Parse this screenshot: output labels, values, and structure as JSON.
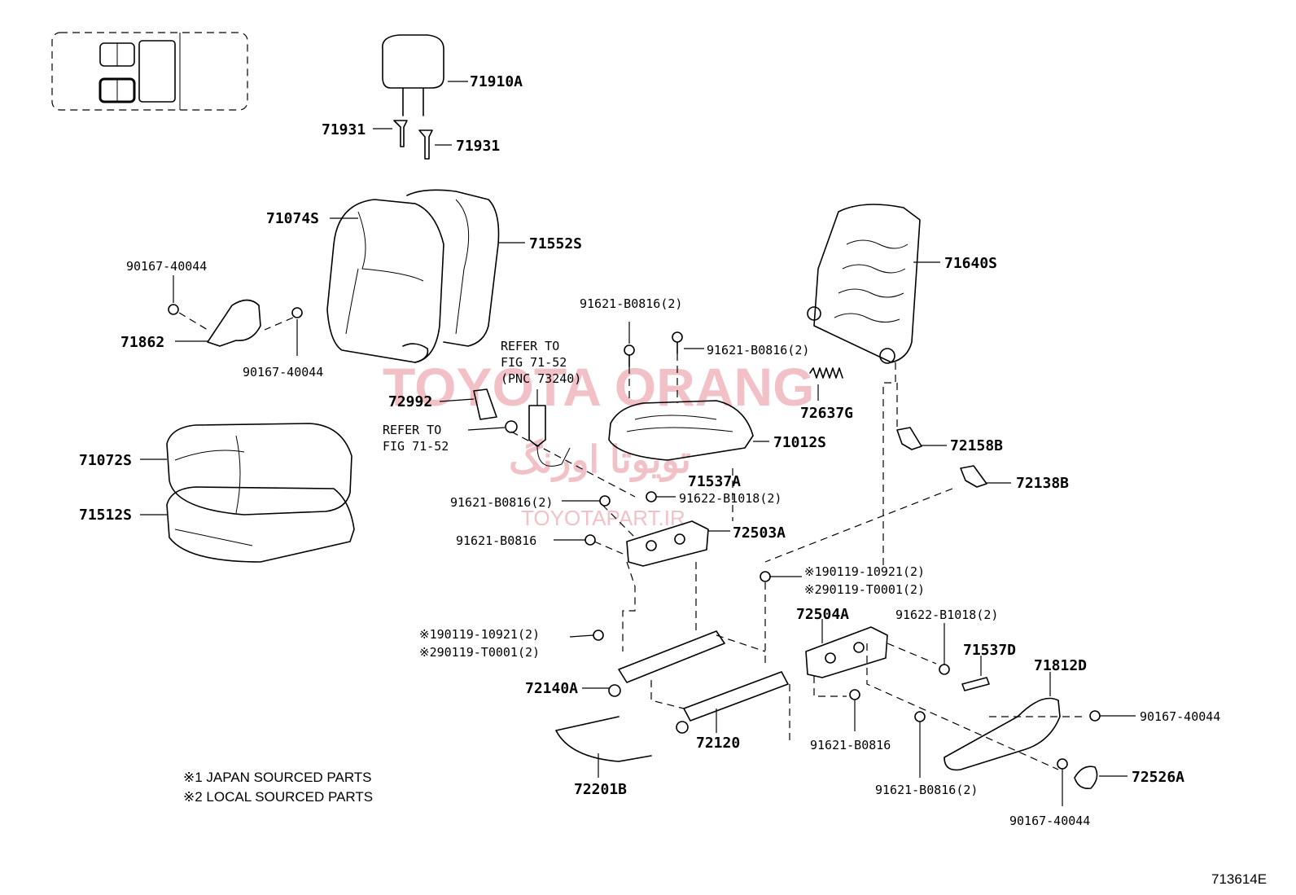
{
  "watermark": {
    "brand": "TOYOTA ORANG",
    "persian": "تویوتا اورنگ",
    "site": "TOYOTAPART.IR",
    "color": "#e8a0a8"
  },
  "labels": {
    "p71910A": "71910A",
    "p71931a": "71931",
    "p71931b": "71931",
    "p71074S": "71074S",
    "p71552S": "71552S",
    "p90167a": "90167-40044",
    "p71862": "71862",
    "p90167b": "90167-40044",
    "p71640S": "71640S",
    "p91621a": "91621-B0816(2)",
    "p91621b": "91621-B0816(2)",
    "refer1": [
      "REFER TO",
      "FIG 71-52",
      "(PNC 73240)"
    ],
    "p72992": "72992",
    "refer2": [
      "REFER TO",
      "FIG 71-52"
    ],
    "p72637G": "72637G",
    "p71012S": "71012S",
    "p72158B": "72158B",
    "p71072S": "71072S",
    "p71537A": "71537A",
    "p72138B": "72138B",
    "p91621c": "91621-B0816(2)",
    "p91622a": "91622-B1018(2)",
    "p71512S": "71512S",
    "p91621d": "91621-B0816",
    "p72503A": "72503A",
    "p190119a": "※190119-10921(2)",
    "p290119a": "※290119-T0001(2)",
    "p72504A": "72504A",
    "p91622b": "91622-B1018(2)",
    "p190119b": "※190119-10921(2)",
    "p290119b": "※290119-T0001(2)",
    "p71537D": "71537D",
    "p71812D": "71812D",
    "p72140A": "72140A",
    "p90167c": "90167-40044",
    "p72120": "72120",
    "p91621e": "91621-B0816",
    "p72526A": "72526A",
    "p72201B": "72201B",
    "p91621f": "91621-B0816(2)",
    "p90167d": "90167-40044"
  },
  "notes": {
    "note1": "※1 JAPAN SOURCED PARTS",
    "note2": "※2 LOCAL SOURCED PARTS"
  },
  "figure_id": "713614E"
}
